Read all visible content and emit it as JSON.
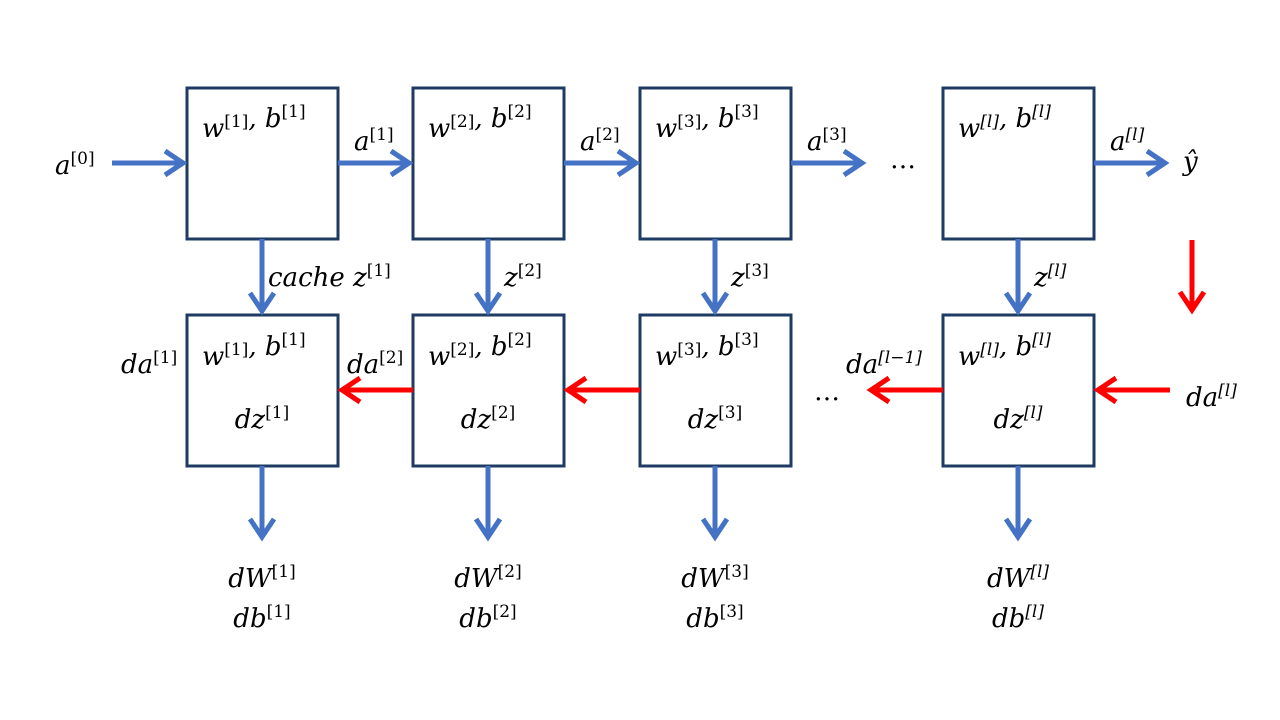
{
  "layers": [
    {
      "id": "1",
      "forward_box": {
        "params": "w[1], b[1]"
      },
      "backward_box": {
        "params": "w[1], b[1]",
        "dz": "dz[1]"
      },
      "forward_output": "a[1]",
      "cache_label": "cache z[1]",
      "gradients": {
        "dW": "dW[1]",
        "db": "db[1]"
      },
      "backward_output": "da[1]"
    },
    {
      "id": "2",
      "forward_box": {
        "params": "w[2], b[2]"
      },
      "backward_box": {
        "params": "w[2], b[2]",
        "dz": "dz[2]"
      },
      "forward_output": "a[2]",
      "cache_label": "z[2]",
      "gradients": {
        "dW": "dW[2]",
        "db": "db[2]"
      },
      "backward_output": "da[2]"
    },
    {
      "id": "3",
      "forward_box": {
        "params": "w[3], b[3]"
      },
      "backward_box": {
        "params": "w[3], b[3]",
        "dz": "dz[3]"
      },
      "forward_output": "a[3]",
      "cache_label": "z[3]",
      "gradients": {
        "dW": "dW[3]",
        "db": "db[3]"
      },
      "backward_output": ""
    },
    {
      "id": "l",
      "forward_box": {
        "params": "w[l], b[l]"
      },
      "backward_box": {
        "params": "w[l], b[l]",
        "dz": "dz[l]"
      },
      "forward_output": "a[l]",
      "cache_label": "z[l]",
      "gradients": {
        "dW": "dW[l]",
        "db": "db[l]"
      },
      "backward_output": "da[l−1]"
    }
  ],
  "input": "a[0]",
  "prediction": "ŷ",
  "backward_input": "da[l]",
  "ellipsis": "…",
  "colors": {
    "forward": "#4472c4",
    "backward": "#ff0000",
    "box_border": "#1f3b63"
  }
}
